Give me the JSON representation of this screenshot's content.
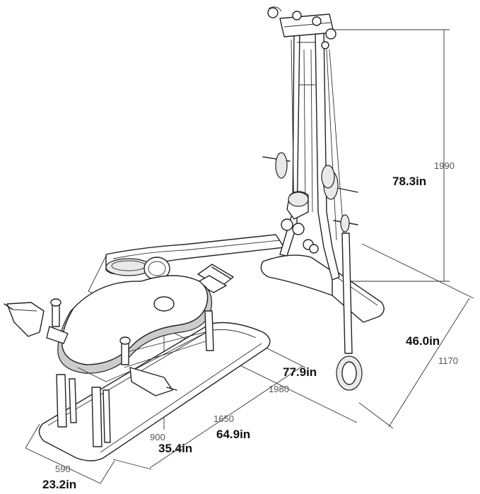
{
  "dimensions": {
    "height": {
      "mm": "1990",
      "in": "78.3in"
    },
    "depth": {
      "mm": "1170",
      "in": "46.0in"
    },
    "length": {
      "mm": "1980",
      "in": "77.9in"
    },
    "base_length": {
      "mm": "1650",
      "in": "64.9in"
    },
    "seat_height": {
      "mm": "900",
      "in": "35.4in"
    },
    "width": {
      "mm": "590",
      "in": "23.2in"
    }
  },
  "colors": {
    "line": "#222222",
    "label": "#111111",
    "mm_label": "#555555"
  }
}
